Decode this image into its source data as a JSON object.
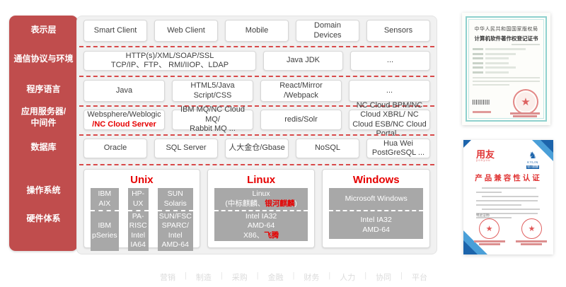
{
  "colors": {
    "sidebar_red": "#c04d4d",
    "divider_red": "#d84a4a",
    "accent_red": "#e60000",
    "panel_gray": "#f1f1f1",
    "os_column_gray": "#a8a8a8",
    "cert_border_teal": "#8ed1ce",
    "cert_blue": "#1c64ab",
    "footer_gray": "#dcdcdc"
  },
  "sidebar": {
    "items": [
      {
        "label": "表示层"
      },
      {
        "label": "通信协议与环境"
      },
      {
        "label": "程序语言"
      },
      {
        "label": "应用服务器/\n中间件"
      },
      {
        "label": "数据库"
      },
      {
        "label": "操作系统"
      },
      {
        "label": "硬件体系"
      }
    ]
  },
  "rows": {
    "presentation": [
      "Smart Client",
      "Web Client",
      "Mobile",
      "Domain\nDevices",
      "Sensors"
    ],
    "protocols": [
      "HTTP(s)/XML/SOAP/SSL\nTCP/IP、FTP、 RMI/IIOP、LDAP",
      "Java JDK",
      "..."
    ],
    "languages": [
      "Java",
      "HTML5/Java\nScript/CSS",
      "React/Mirror\n/Webpack",
      "..."
    ],
    "middleware": {
      "box1_line1": "Websphere/Weblogic",
      "box1_line2": "/NC Cloud Server",
      "box2": "IBM MQ/NC Cloud MQ/\nRabbit MQ ...",
      "box3": "redis/Solr",
      "box4": "NC Cloud BPM/NC Cloud XBRL/ NC Cloud ESB/NC Cloud Portal..."
    },
    "databases": [
      "Oracle",
      "SQL Server",
      "人大金仓/Gbase",
      "NoSQL",
      "Hua Wei\nPostGreSQL ..."
    ]
  },
  "os_sections": {
    "unix": {
      "title": "Unix",
      "cols": [
        {
          "os": "IBM AIX",
          "hw": "IBM\npSeries"
        },
        {
          "os": "HP-UX",
          "hw": "PA-RISC\nIntel IA64"
        },
        {
          "os": "SUN Solaris",
          "hw": "SUN/FSC\nSPARC/\nIntel AMD-64"
        }
      ]
    },
    "linux": {
      "title": "Linux",
      "os_pre": "Linux\n(中标麒麟、",
      "os_red": "银河麒麟",
      "os_post": ")",
      "hw_pre": "Intel IA32\nAMD-64\nX86、",
      "hw_red": "飞腾"
    },
    "windows": {
      "title": "Windows",
      "os": "Microsoft Windows",
      "hw": "Intel IA32\nAMD-64"
    }
  },
  "footer": {
    "sep": "|",
    "items": [
      "营销",
      "制造",
      "采购",
      "金融",
      "财务",
      "人力",
      "协同",
      "平台"
    ]
  },
  "certificates": {
    "copyright": {
      "authority": "中华人民共和国国家版权局",
      "title": "计算机软件著作权登记证书",
      "seal_icon": "★"
    },
    "compatibility": {
      "logo_left": "用友",
      "logo_left_sub": "yonyou",
      "logo_right_icon": "♞",
      "logo_right": "KYLIN",
      "logo_right_sub": "银河麒麟",
      "title": "产品兼容性认证",
      "note": "特此证明!",
      "seal_icon": "★"
    }
  }
}
